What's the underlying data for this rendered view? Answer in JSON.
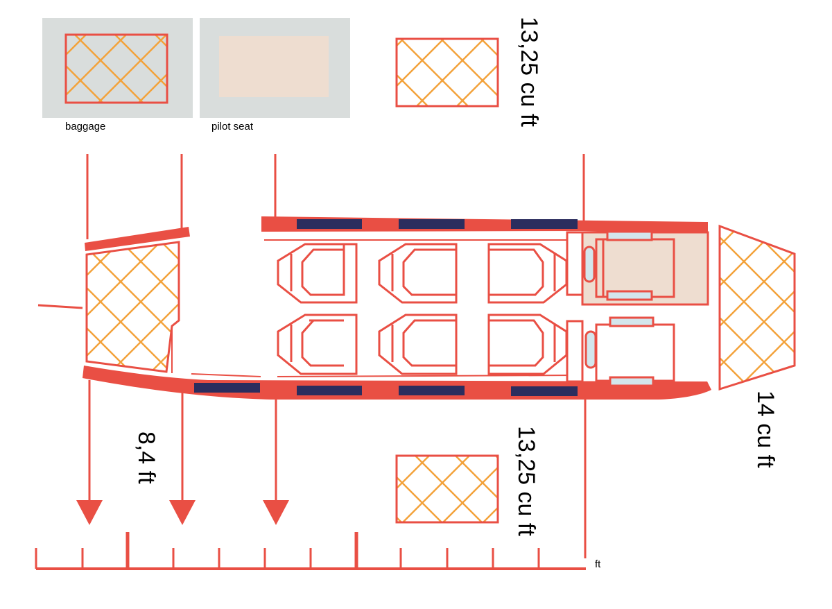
{
  "legend": [
    {
      "label": "baggage",
      "style": "baggage-hatch"
    },
    {
      "label": "pilot seat",
      "style": "pilot-fill"
    }
  ],
  "capacities": {
    "top_cargo": "13,25 cu ft",
    "bottom_cargo": "13,25 cu ft",
    "nose_cargo": "14 cu ft"
  },
  "dimension": {
    "cabin_length": "8,4 ft",
    "scale_unit": "ft"
  },
  "colors": {
    "outline": "#E94F44",
    "hatch": "#F3A23A",
    "window": "#2B2D5E",
    "pilot_area": "#EEDDD0",
    "swatch_bg": "#D9DDDC",
    "pillow": "#D3E6EC"
  }
}
